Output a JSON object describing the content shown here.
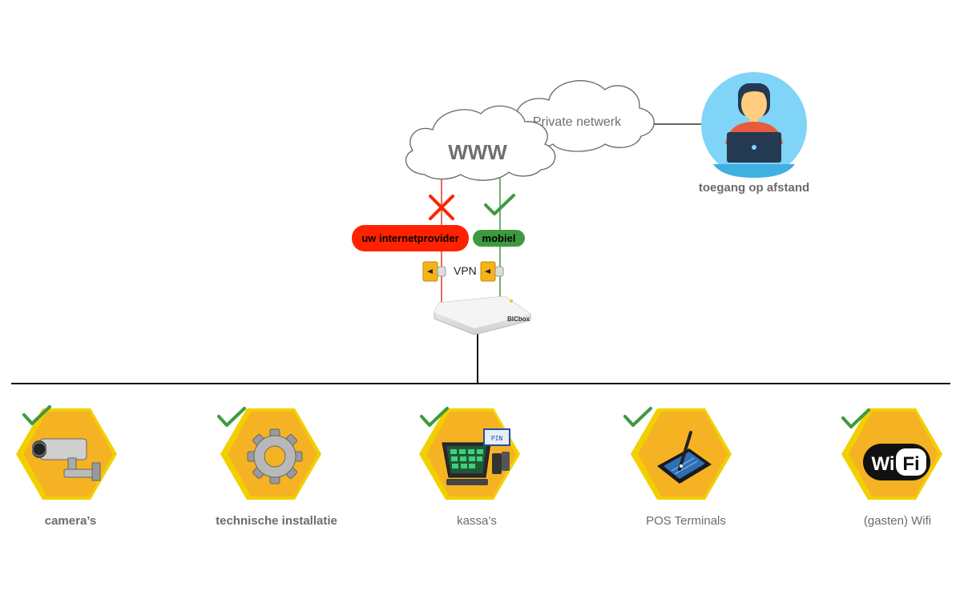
{
  "clouds": {
    "www": "WWW",
    "private": "Private netwerk"
  },
  "remote": {
    "label": "toegang op afstand",
    "icon": "remote-user-icon"
  },
  "links": {
    "provider": {
      "label": "uw internetprovider",
      "status": "blocked",
      "color": "#ff2200"
    },
    "mobile": {
      "label": "mobiel",
      "status": "ok",
      "color": "#3f9a3f"
    }
  },
  "vpn": {
    "label": "VPN"
  },
  "router": {
    "brand": "BICbox"
  },
  "devices": [
    {
      "label": "camera’s",
      "icon": "camera-icon"
    },
    {
      "label": "technische installatie",
      "icon": "gear-icon"
    },
    {
      "label": "kassa’s",
      "icon": "pos-register-icon"
    },
    {
      "label": "POS Terminals",
      "icon": "pen-tablet-icon"
    },
    {
      "label": "(gasten) Wifi",
      "icon": "wifi-icon"
    }
  ],
  "colors": {
    "hexagon": "#f5b324",
    "hexagon_shadow": "#f2d000",
    "check": "#3f9a3f",
    "cross": "#ff2200",
    "remote_circle": "#7fd4f8"
  }
}
